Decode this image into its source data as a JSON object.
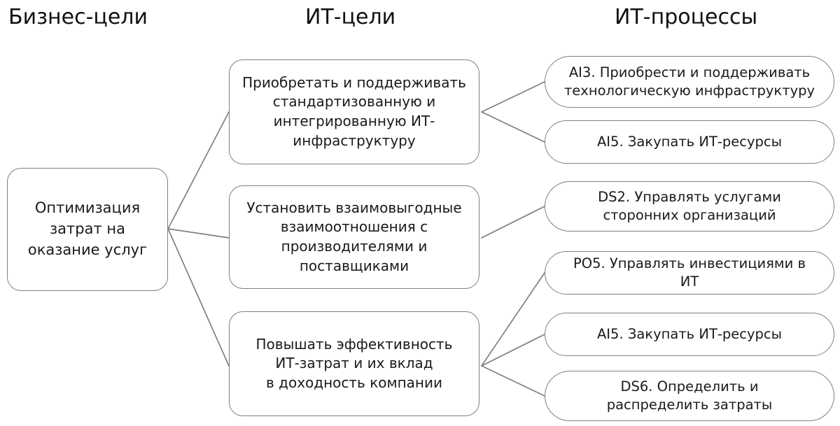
{
  "columns": {
    "business": {
      "title": "Бизнес-цели"
    },
    "goals": {
      "title": "ИТ-цели"
    },
    "processes": {
      "title": "ИТ-процессы"
    }
  },
  "business_goals": [
    {
      "id": "bg1",
      "label": "Оптимизация\nзатрат на\nоказание услуг"
    }
  ],
  "it_goals": [
    {
      "id": "g1",
      "label": "Приобретать и поддерживать\nстандартизованную и\nинтегрированную ИТ-\nинфраструктуру"
    },
    {
      "id": "g2",
      "label": "Установить взаимовыгодные\nвзаимоотношения с\nпроизводителями и\nпоставщиками"
    },
    {
      "id": "g3",
      "label": "Повышать эффективность\nИТ-затрат и их вклад\nв доходность компании"
    }
  ],
  "it_processes": [
    {
      "id": "p1",
      "code": "AI3.",
      "label": "AI3. Приобрести и поддерживать\nтехнологическую инфраструктуру"
    },
    {
      "id": "p2",
      "code": "AI5.",
      "label": "AI5. Закупать ИТ-ресурсы"
    },
    {
      "id": "p3",
      "code": "DS2.",
      "label": "DS2. Управлять услугами\nсторонних организаций"
    },
    {
      "id": "p4",
      "code": "PO5.",
      "label": "PO5. Управлять инвестициями в ИТ"
    },
    {
      "id": "p5",
      "code": "AI5.",
      "label": "AI5. Закупать ИТ-ресурсы"
    },
    {
      "id": "p6",
      "code": "DS6.",
      "label": "DS6. Определить и\nраспределить затраты"
    }
  ],
  "links": [
    {
      "from": "bg1",
      "to": "g1"
    },
    {
      "from": "bg1",
      "to": "g2"
    },
    {
      "from": "bg1",
      "to": "g3"
    },
    {
      "from": "g1",
      "to": "p1"
    },
    {
      "from": "g1",
      "to": "p2"
    },
    {
      "from": "g2",
      "to": "p3"
    },
    {
      "from": "g3",
      "to": "p4"
    },
    {
      "from": "g3",
      "to": "p5"
    },
    {
      "from": "g3",
      "to": "p6"
    }
  ],
  "style": {
    "border_color": "#7d8084",
    "connector_color": "#7d8084",
    "text_color": "#1a1a1a",
    "header_color": "#111111",
    "background": "#ffffff"
  }
}
